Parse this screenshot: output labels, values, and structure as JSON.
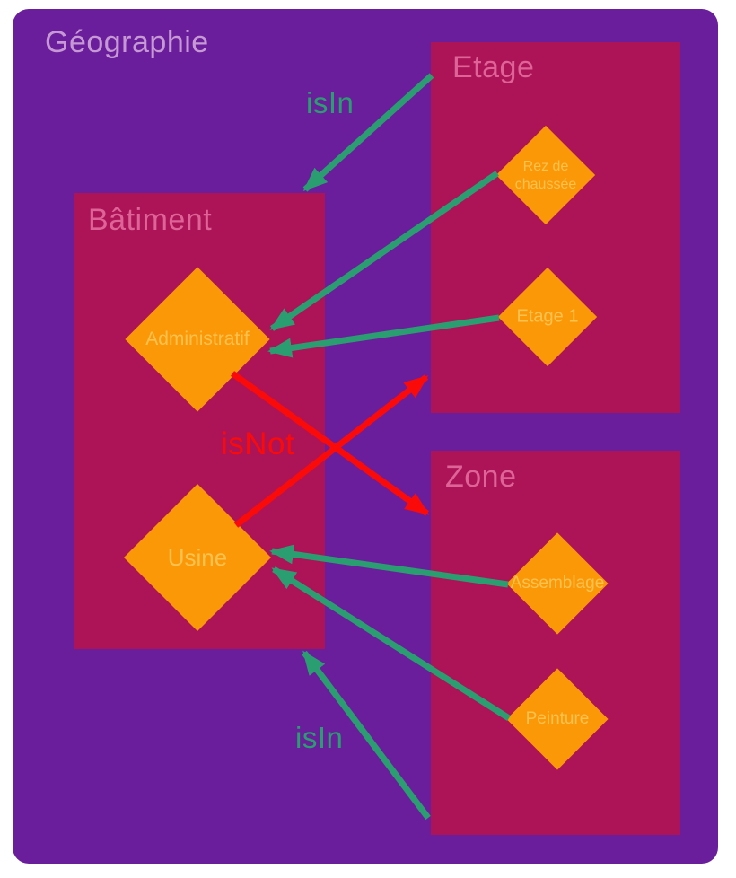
{
  "diagram": {
    "title": "Géographie",
    "containers": [
      {
        "id": "batiment",
        "label": "Bâtiment"
      },
      {
        "id": "etage",
        "label": "Etage"
      },
      {
        "id": "zone",
        "label": "Zone"
      }
    ],
    "nodes": [
      {
        "id": "administratif",
        "label": "Administratif",
        "container": "batiment"
      },
      {
        "id": "usine",
        "label": "Usine",
        "container": "batiment"
      },
      {
        "id": "rez",
        "label": "Rez de chaussée",
        "container": "etage"
      },
      {
        "id": "etage1",
        "label": "Etage 1",
        "container": "etage"
      },
      {
        "id": "assemblage",
        "label": "Assemblage",
        "container": "zone"
      },
      {
        "id": "peinture",
        "label": "Peinture",
        "container": "zone"
      }
    ],
    "edge_labels": {
      "isin_top": "isIn",
      "isin_bottom": "isIn",
      "isnot": "isNot"
    },
    "edges": [
      {
        "from": "Etage",
        "to": "Bâtiment",
        "label": "isIn",
        "color": "green"
      },
      {
        "from": "Zone",
        "to": "Bâtiment",
        "label": "isIn",
        "color": "green"
      },
      {
        "from": "Rez de chaussée",
        "to": "Administratif",
        "label": "isIn",
        "color": "green"
      },
      {
        "from": "Etage 1",
        "to": "Administratif",
        "label": "isIn",
        "color": "green"
      },
      {
        "from": "Assemblage",
        "to": "Usine",
        "label": "isIn",
        "color": "green"
      },
      {
        "from": "Peinture",
        "to": "Usine",
        "label": "isIn",
        "color": "green"
      },
      {
        "from": "Administratif",
        "to": "Zone",
        "label": "isNot",
        "color": "red"
      },
      {
        "from": "Usine",
        "to": "Etage",
        "label": "isNot",
        "color": "red"
      }
    ],
    "colors": {
      "bg_purple": "#6A1E9C",
      "box_crimson": "#AC1457",
      "node_orange": "#FA9808",
      "arrow_green": "#2A9E71",
      "arrow_red": "#FB0A0A",
      "title_lavender": "#C799D4",
      "container_pink": "#DE6397",
      "node_label": "#FFC24F"
    }
  }
}
